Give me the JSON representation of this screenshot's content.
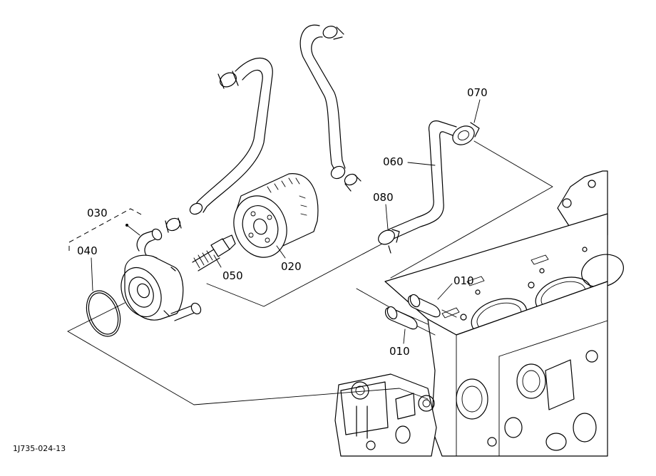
{
  "diagram": {
    "reference_code": "1J735-024-13",
    "parts": [
      {
        "id": "010a",
        "label": "010"
      },
      {
        "id": "010b",
        "label": "010"
      },
      {
        "id": "020",
        "label": "020"
      },
      {
        "id": "030",
        "label": "030"
      },
      {
        "id": "040",
        "label": "040"
      },
      {
        "id": "050",
        "label": "050"
      },
      {
        "id": "060",
        "label": "060"
      },
      {
        "id": "070",
        "label": "070"
      },
      {
        "id": "080",
        "label": "080"
      }
    ]
  }
}
